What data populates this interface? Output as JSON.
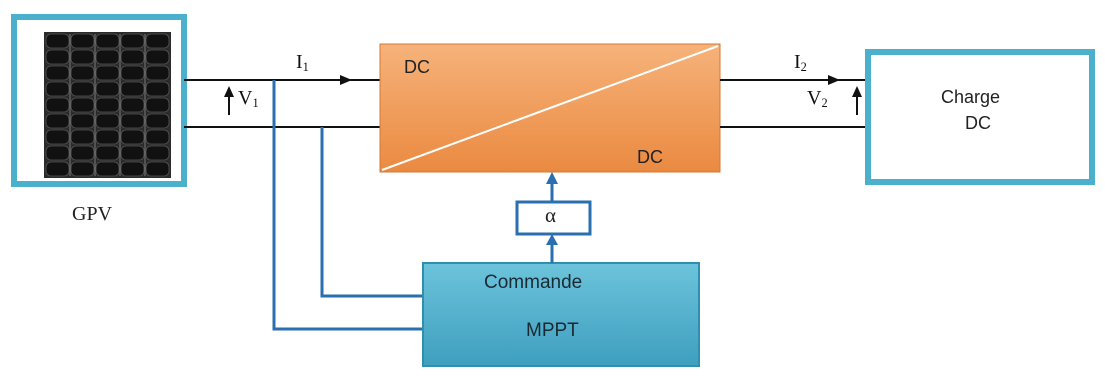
{
  "diagram": {
    "pv_label": "GPV",
    "current_in": {
      "symbol": "I",
      "index": "1"
    },
    "voltage_in": {
      "symbol": "V",
      "index": "1"
    },
    "current_out": {
      "symbol": "I",
      "index": "2"
    },
    "voltage_out": {
      "symbol": "V",
      "index": "2"
    },
    "converter": {
      "top_label": "DC",
      "bottom_label": "DC"
    },
    "duty_cycle_label": "α",
    "control": {
      "line1": "Commande",
      "line2": "MPPT"
    },
    "load": {
      "line1": "Charge",
      "line2": "DC"
    }
  },
  "colors": {
    "frame_blue": "#4ab0cc",
    "wire_blue": "#2a6fb0",
    "converter_fill": "#f19a55",
    "control_fill": "#5ab8d2",
    "panel_dark": "#111111"
  }
}
